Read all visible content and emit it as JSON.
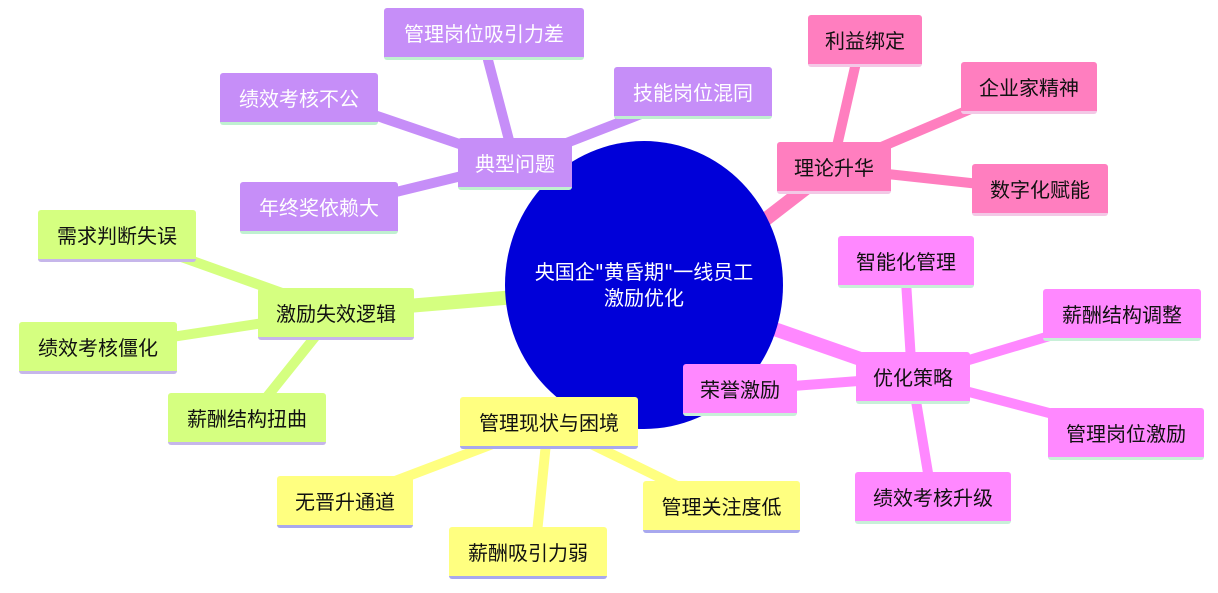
{
  "center": {
    "label": "央国企\"黄昏期\"一线员工激励优化"
  },
  "branches": {
    "typical": {
      "label": "典型问题",
      "children": [
        "管理岗位吸引力差",
        "技能岗位混同",
        "绩效考核不公",
        "年终奖依赖大"
      ]
    },
    "theory": {
      "label": "理论升华",
      "children": [
        "利益绑定",
        "企业家精神",
        "数字化赋能"
      ]
    },
    "strategy": {
      "label": "优化策略",
      "children": [
        "智能化管理",
        "薪酬结构调整",
        "荣誉激励",
        "管理岗位激励",
        "绩效考核升级"
      ]
    },
    "mechanism": {
      "label": "激励失效逻辑",
      "children": [
        "需求判断失误",
        "绩效考核僵化",
        "薪酬结构扭曲"
      ]
    },
    "status": {
      "label": "管理现状与困境",
      "children": [
        "无晋升通道",
        "薪酬吸引力弱",
        "管理关注度低"
      ]
    }
  },
  "colors": {
    "center": "#0000d9",
    "typical": "#c68ef8",
    "theory": "#ff7ebf",
    "strategy": "#ff88ff",
    "mechanism": "#d5ff80",
    "status": "#ffff80"
  }
}
